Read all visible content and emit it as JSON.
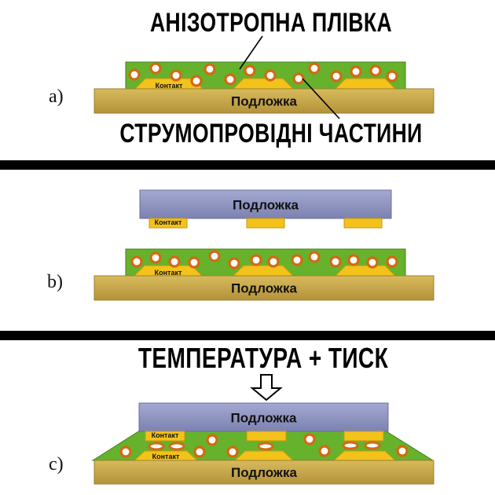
{
  "titles": {
    "film": "АНІЗОТРОПНА ПЛІВКА",
    "particles": "СТРУМОПРОВІДНІ ЧАСТИНИ",
    "temperature": "ТЕМПЕРАТУРА + ТИСК"
  },
  "panels": {
    "a": "a)",
    "b": "b)",
    "c": "c)"
  },
  "labels": {
    "substrate": "Подложка",
    "contact": "Контакт"
  },
  "colors": {
    "film_green": "#66b22c",
    "substrate_gold": "#c7a84a",
    "substrate_top_blue": "#8d93bf",
    "contact_yellow": "#f3c21b",
    "particle_orange": "#d26a12"
  }
}
